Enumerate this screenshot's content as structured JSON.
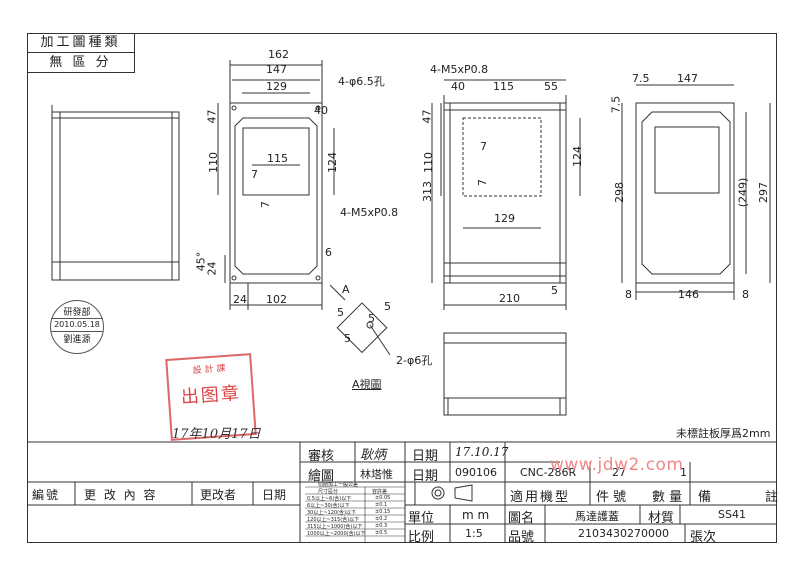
{
  "header": {
    "process_type": "加工圖種類",
    "category": "無 區 分"
  },
  "view1": {
    "dims": {
      "w162": "162",
      "w147": "147",
      "w129": "129",
      "h47": "47",
      "h110": "110",
      "w115": "115",
      "h124": "124",
      "s7a": "7",
      "s7b": "7",
      "s45deg": "45°",
      "s24a": "24",
      "s24b": "24",
      "w102": "102",
      "s6": "6"
    },
    "hole_label": "4-φ6.5孔",
    "thread_label": "4-M5xP0.8",
    "corner40": "40"
  },
  "view2": {
    "dims": {
      "w40": "40",
      "w115": "115",
      "w55": "55",
      "h47": "47",
      "h110": "110",
      "h313": "313",
      "h124": "124",
      "s7a": "7",
      "s7b": "7",
      "w129": "129",
      "w210": "210",
      "s5": "5"
    },
    "thread_label": "4-M5xP0.8"
  },
  "view3": {
    "dims": {
      "t7_5a": "7.5",
      "t147": "147",
      "t7_5b": "7.5",
      "h298": "298",
      "h249": "(249)",
      "h297": "297",
      "b8a": "8",
      "b146": "146",
      "b8b": "8"
    }
  },
  "detail": {
    "arrow": "A",
    "d5a": "5",
    "d5b": "5",
    "d5c": "5",
    "d5d": "5",
    "hole_label": "2-φ6孔",
    "view_label": "A視圖"
  },
  "note": "未標註板厚爲2mm",
  "stamps": {
    "circle_top": "研發部",
    "circle_date": "2010.05.18",
    "circle_name": "劉進源",
    "red_title": "設 計 課",
    "red_main": "出图章",
    "red_date": "17年10月17日"
  },
  "watermark": "www.jdw2.com",
  "title_block": {
    "revision_headers": [
      "編號",
      "更 改 內 容",
      "更改者",
      "日期"
    ],
    "audit_label": "審核",
    "audit_signature": "耿炳",
    "draw_label": "繪圖",
    "drafter": "林塔惟",
    "date_label1": "日期",
    "date_value1": "17.10.17",
    "date_label2": "日期",
    "date_value2": "090106",
    "model_code": "CNC-286R",
    "part_no": "27",
    "qty": "1",
    "applicable_label": "適用機型",
    "item_label": "件 號",
    "quantity_label": "數 量",
    "remark_label": "備",
    "remark_label2": "註",
    "unit_label": "單位",
    "unit_value": "m m",
    "drawing_name_label": "圖名",
    "drawing_name": "馬達護蓋",
    "material_label": "材質",
    "material": "SS41",
    "scale_label": "比例",
    "scale": "1:5",
    "product_no_label": "品號",
    "product_no": "2103430270000",
    "sheet_label": "張次",
    "tolerance_title": "切削加工一般公差",
    "tolerance_headers": [
      "尺寸區分",
      "容許差"
    ],
    "tolerance_rows": [
      [
        "0.5以上~6(含)以下",
        "±0.05"
      ],
      [
        "6以上~30(含)以下",
        "±0.1"
      ],
      [
        "30以上~120(含)以下",
        "±0.15"
      ],
      [
        "120以上~315(含)以下",
        "±0.2"
      ],
      [
        "315以上~1000(含)以下",
        "±0.3"
      ],
      [
        "1000以上~2000(含)以下",
        "±0.5"
      ]
    ]
  }
}
